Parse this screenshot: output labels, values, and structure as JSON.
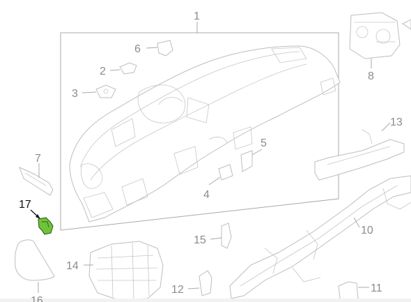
{
  "diagram": {
    "callouts": {
      "c1": "1",
      "c2": "2",
      "c3": "3",
      "c4": "4",
      "c5": "5",
      "c6": "6",
      "c7": "7",
      "c8": "8",
      "c10": "10",
      "c11": "11",
      "c12": "12",
      "c13": "13",
      "c14": "14",
      "c15": "15",
      "c16": "16",
      "c17": "17"
    },
    "colors": {
      "callout_text": "#8c8c8c",
      "highlight_text": "#111111",
      "highlight_fill": "#6fc33b",
      "line": "#a9a9a9"
    },
    "highlighted_part": "17"
  }
}
